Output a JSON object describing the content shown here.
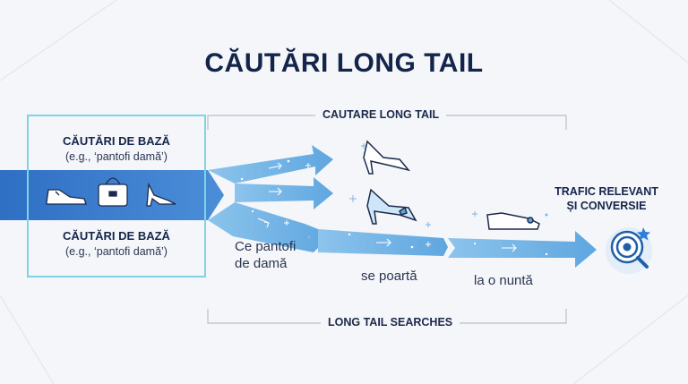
{
  "title": "CĂUTĂRI LONG TAIL",
  "base_top": {
    "heading": "CĂUTĂRI DE BAZĂ",
    "example": "(e.g., ‘pantofi damă’)"
  },
  "base_bottom": {
    "heading": "CĂUTĂRI DE BAZĂ",
    "example": "(e.g., ‘pantofi damă’)"
  },
  "top_bracket": "CAUTARE LONG TAIL",
  "bottom_bracket": "LONG TAIL SEARCHES",
  "steps": {
    "step1_line1": "Ce pantofi",
    "step1_line2": "de damă",
    "step2": "se poartă",
    "step3": "la o nuntă"
  },
  "result": {
    "line1": "TRAFIC RELEVANT",
    "line2": "ȘI CONVERSIE"
  },
  "icons": [
    "shoe-icon",
    "handbag-icon",
    "high-heel-icon",
    "pump-icon",
    "bow-heel-icon",
    "flat-shoe-icon",
    "target-search-icon"
  ],
  "colors": {
    "title": "#14254a",
    "band": "#3f7fd0",
    "arrow_light": "#7fbde8",
    "box_border": "#7fd3e6",
    "target": "#1f5fa8"
  }
}
